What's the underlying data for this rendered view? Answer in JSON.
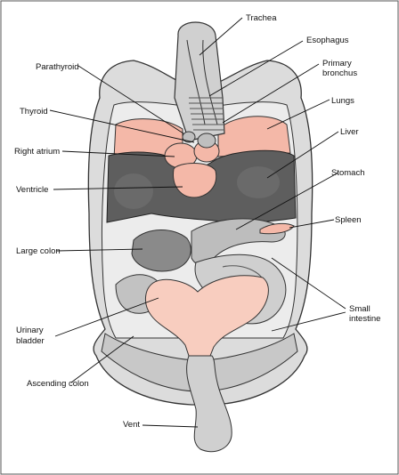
{
  "labels": {
    "trachea": "Trachea",
    "esophagus": "Esophagus",
    "parathyroid": "Parathyroid",
    "primary_bronchus_1": "Primary",
    "primary_bronchus_2": "bronchus",
    "thyroid": "Thyroid",
    "lungs": "Lungs",
    "liver": "Liver",
    "right_atrium": "Right atrium",
    "ventricle": "Ventricle",
    "stomach": "Stomach",
    "spleen": "Spleen",
    "large_colon": "Large colon",
    "small_intestine_1": "Small",
    "small_intestine_2": "intestine",
    "urinary_bladder_1": "Urinary",
    "urinary_bladder_2": "bladder",
    "ascending_colon": "Ascending colon",
    "vent": "Vent"
  },
  "colors": {
    "shell": "#d9d9d9",
    "shell_inner": "#bdbdbd",
    "organ_dark": "#5c5c5c",
    "organ_mid": "#9a9a9a",
    "organ_light": "#cfcfcf",
    "pink": "#f4b8a8",
    "pink_light": "#f8cdbf",
    "outline": "#333333"
  }
}
